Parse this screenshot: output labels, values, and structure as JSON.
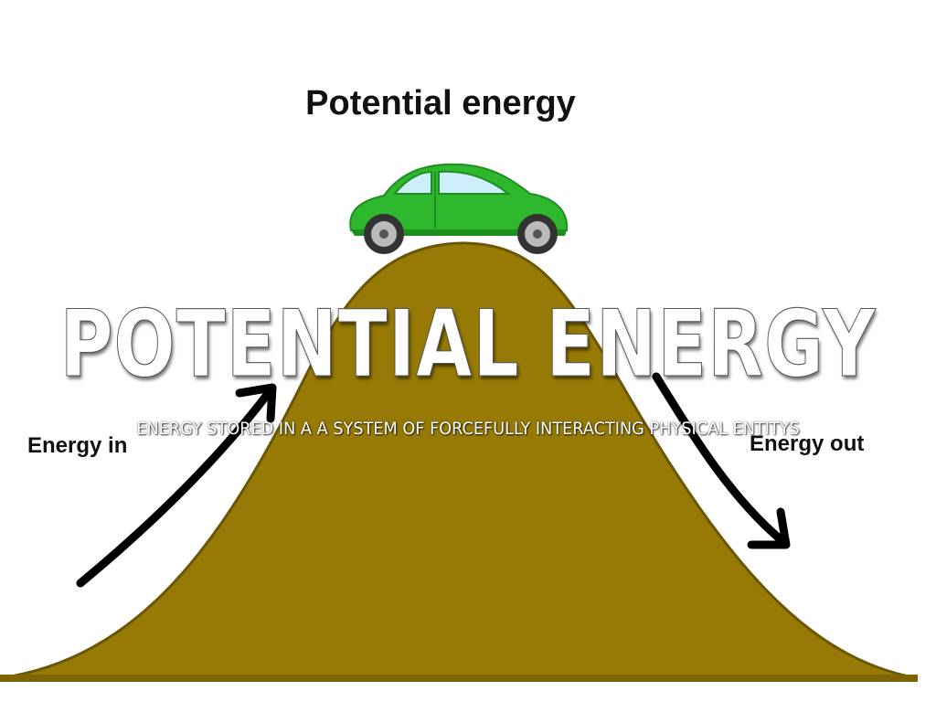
{
  "diagram": {
    "title": "Potential energy",
    "label_left": "Energy in",
    "label_right": "Energy out",
    "car_icon": "car-icon",
    "colors": {
      "hill": "#977a06",
      "hill_outline": "#6b5604",
      "car_body": "#2eb82e",
      "car_dark": "#1f8f1f",
      "window": "#cdeefb",
      "arrow": "#000000"
    }
  },
  "slide": {
    "title": "POTENTIAL ENERGY",
    "subtitle": "ENERGY STORED IN A A SYSTEM OF FORCEFULLY INTERACTING PHYSICAL ENTITYS"
  }
}
